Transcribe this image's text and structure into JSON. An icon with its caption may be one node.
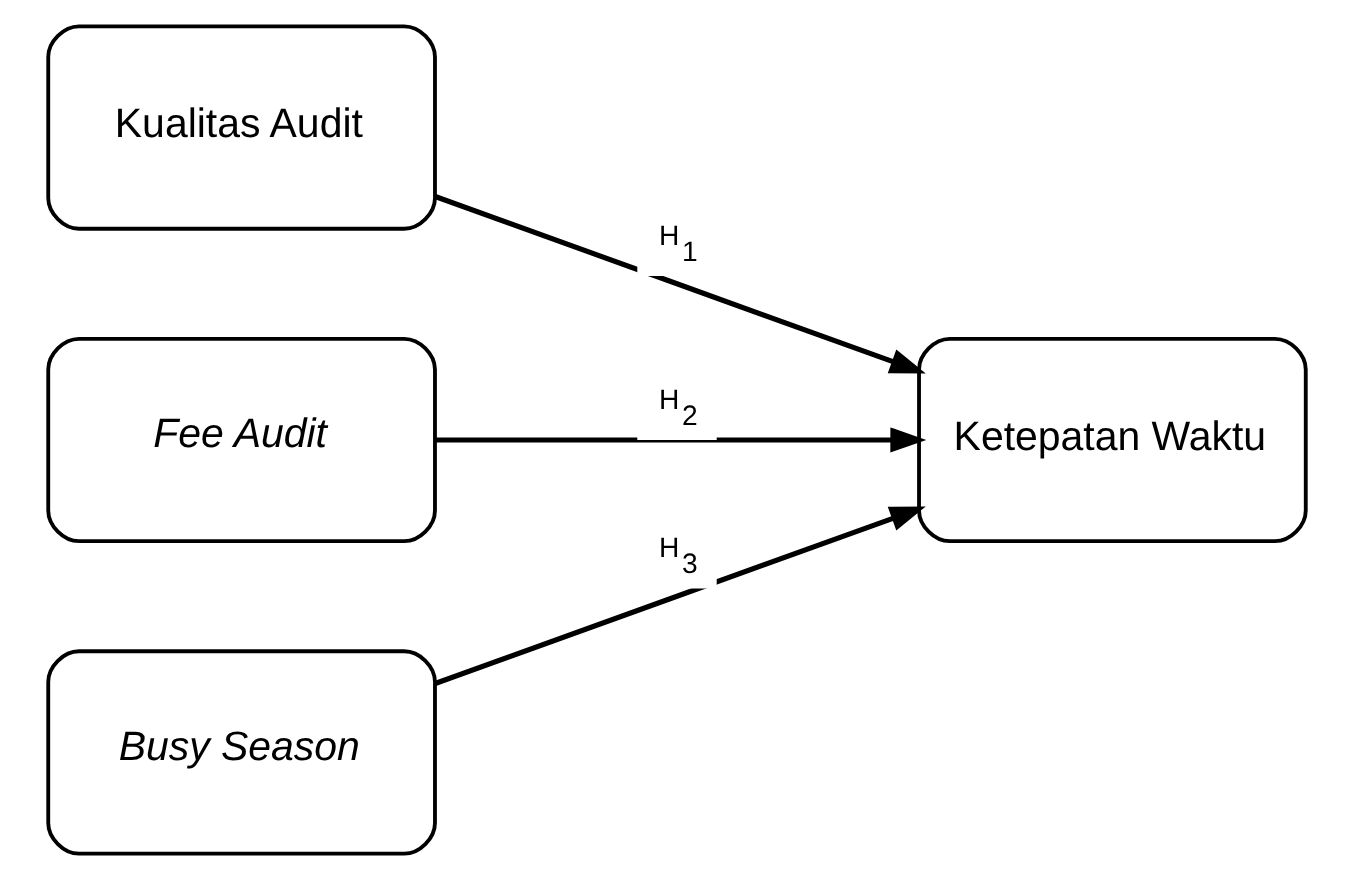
{
  "diagram": {
    "nodes": [
      {
        "text": [
          "Kualitas Audit"
        ]
      },
      {
        "text": [
          "Fee Audit"
        ]
      },
      {
        "text": [
          "Busy Season"
        ]
      },
      {
        "text": [
          "Ketepatan Waktu"
        ]
      }
    ],
    "edges": [
      {
        "from": 0,
        "to": 3,
        "arrow": "to",
        "label": "H$_{1}$"
      },
      {
        "from": 1,
        "to": 3,
        "arrow": "to",
        "label": "H$_{2}$"
      },
      {
        "from": 2,
        "to": 3,
        "arrow": "to",
        "label": "H$_{3}$"
      }
    ]
  }
}
